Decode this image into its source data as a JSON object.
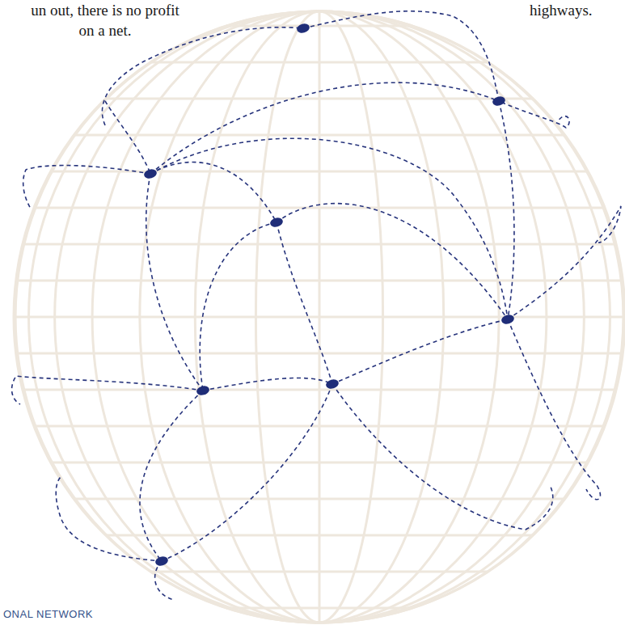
{
  "diagram": {
    "labels": [
      "un out, there is no profit on a net.",
      "highways.",
      "ONAL NETWORK"
    ]
  }
}
